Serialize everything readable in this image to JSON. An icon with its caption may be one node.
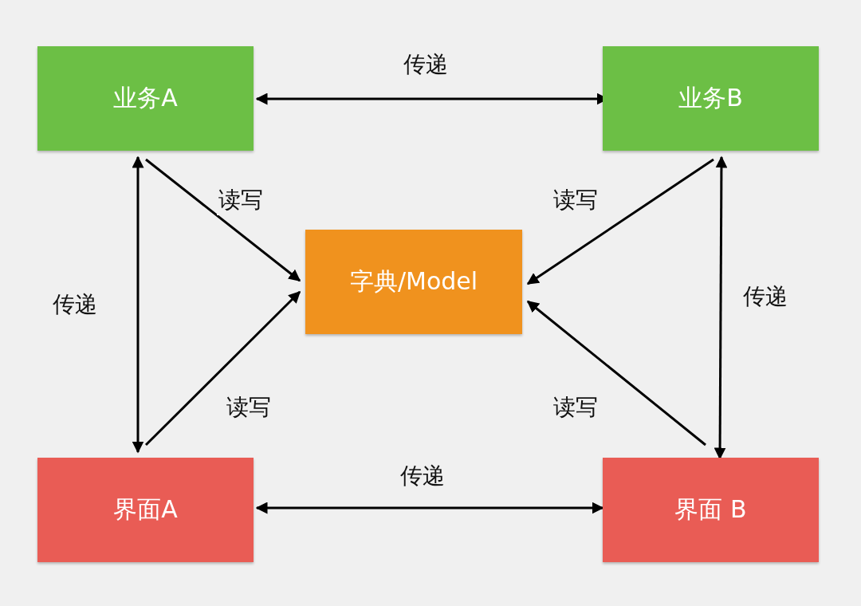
{
  "diagram": {
    "nodes": [
      {
        "text": [
          "业务A"
        ]
      },
      {
        "text": [
          "业务B"
        ]
      },
      {
        "text": [
          "字典/Model"
        ]
      },
      {
        "text": [
          "界面A"
        ]
      },
      {
        "text": [
          "界面 B"
        ]
      }
    ],
    "edges": [
      {
        "from": 0,
        "to": 1,
        "arrow": "both",
        "label": "传递"
      },
      {
        "from": 0,
        "to": 2,
        "arrow": "to",
        "label": "读写"
      },
      {
        "from": 1,
        "to": 2,
        "arrow": "to",
        "label": "读写"
      },
      {
        "from": 0,
        "to": 3,
        "arrow": "both",
        "label": "传递"
      },
      {
        "from": 3,
        "to": 2,
        "arrow": "to",
        "label": "读写"
      },
      {
        "from": 1,
        "to": 4,
        "arrow": "both",
        "label": "传递"
      },
      {
        "from": 4,
        "to": 2,
        "arrow": "to",
        "label": "读写"
      },
      {
        "from": 3,
        "to": 4,
        "arrow": "both",
        "label": "传递"
      }
    ]
  }
}
